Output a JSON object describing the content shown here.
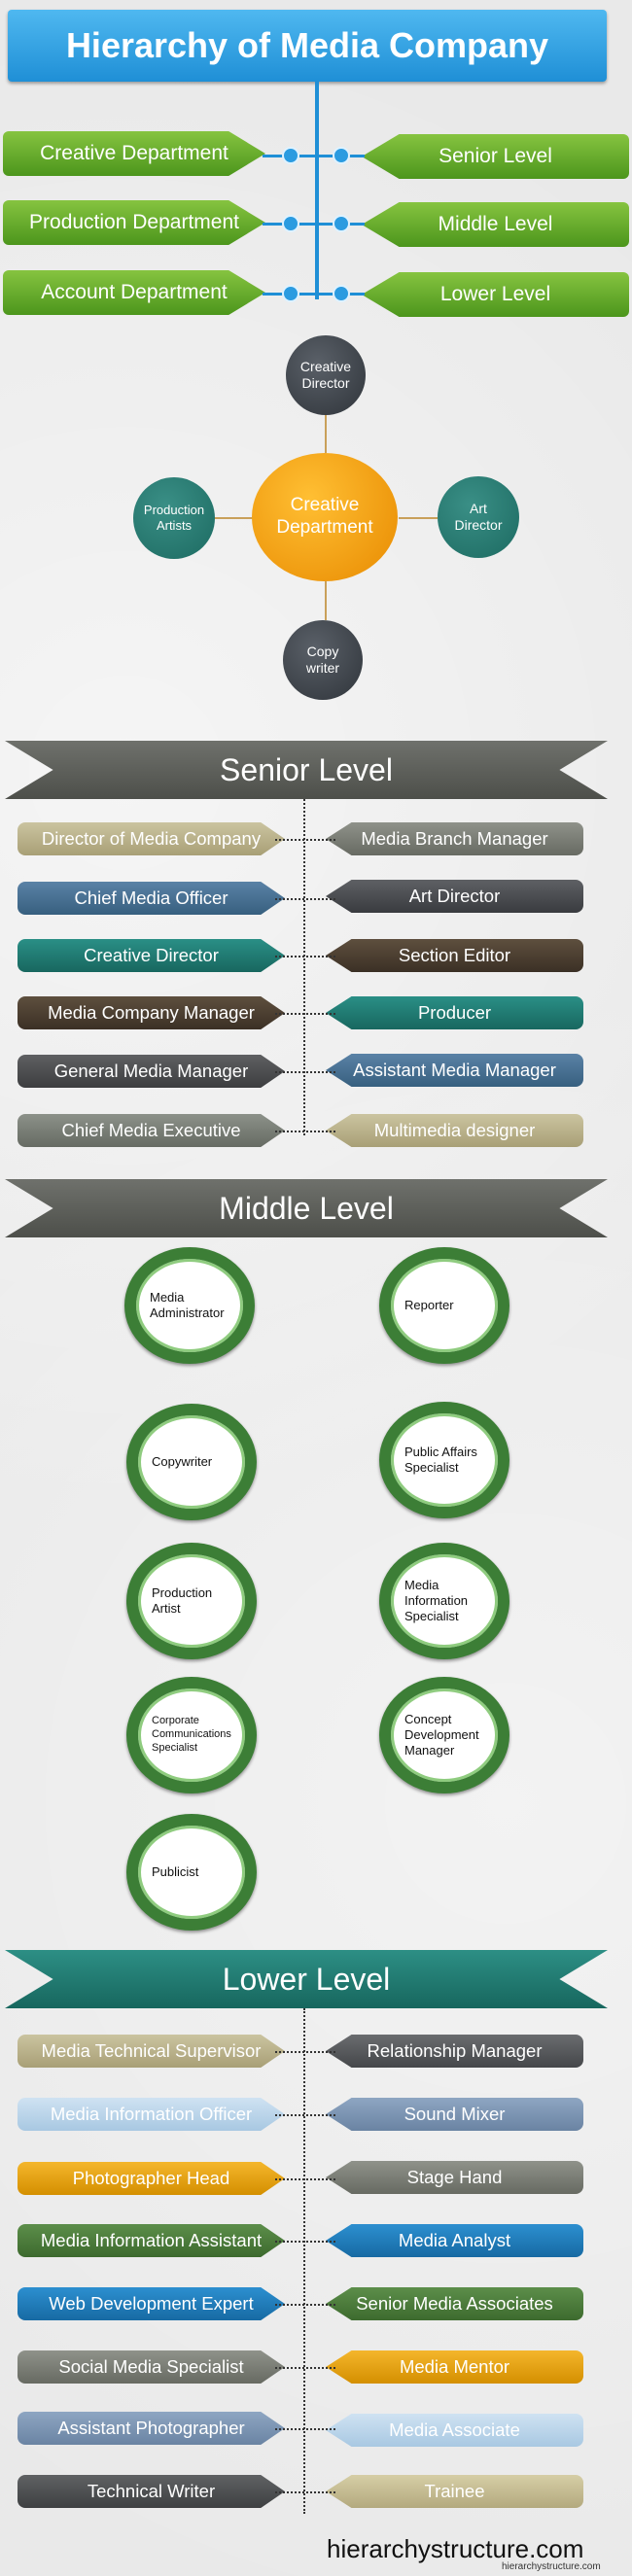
{
  "title": "Hierarchy of Media Company",
  "departments": [
    "Creative Department",
    "Production Department",
    "Account Department"
  ],
  "levels": [
    "Senior Level",
    "Middle Level",
    "Lower Level"
  ],
  "cycle": {
    "center": "Creative Department",
    "top": "Creative Director",
    "right": "Art Director",
    "bottom": "Copy writer",
    "left": "Production Artists"
  },
  "senior": {
    "heading": "Senior Level",
    "left": [
      "Director of Media Company",
      "Chief Media Officer",
      "Creative Director",
      "Media Company Manager",
      "General Media Manager",
      "Chief Media Executive"
    ],
    "right": [
      "Media Branch Manager",
      "Art Director",
      "Section Editor",
      "Producer",
      "Assistant Media Manager",
      "Multimedia designer"
    ]
  },
  "middle": {
    "heading": "Middle Level",
    "roles": [
      "Media Administrator",
      "Reporter",
      "Copywriter",
      "Public Affairs Specialist",
      "Production Artist",
      "Media Information Specialist",
      "Corporate Communications Specialist",
      "Concept Development Manager",
      "Publicist"
    ]
  },
  "lower": {
    "heading": "Lower Level",
    "left": [
      "Media Technical Supervisor",
      "Media Information Officer",
      "Photographer Head",
      "Media Information Assistant",
      "Web Development Expert",
      "Social Media Specialist",
      "Assistant Photographer",
      "Technical Writer"
    ],
    "right": [
      "Relationship Manager",
      "Sound Mixer",
      "Stage Hand",
      "Media Analyst",
      "Senior Media Associates",
      "Media Mentor",
      "Media Associate",
      "Trainee"
    ]
  },
  "footer": {
    "site": "hierarchystructure.com",
    "watermark": "hierarchystructure.com"
  },
  "colors": {
    "blue": "#1f8fd6",
    "green": "#5aa328",
    "teal": "#1c6a61",
    "orange": "#f0a000",
    "gray": "#5a5c57"
  }
}
